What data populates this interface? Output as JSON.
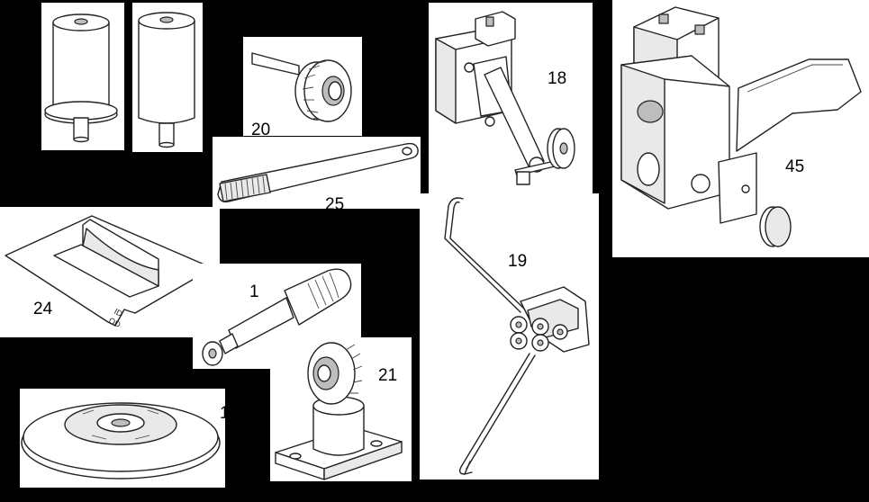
{
  "labels": {
    "part_20": "20",
    "part_25": "25",
    "part_18": "18",
    "part_45": "45",
    "part_19": "19",
    "part_24": "24",
    "part_1": "1",
    "part_21": "21",
    "part_1b": "1",
    "part_24_edge": "OD\nID"
  },
  "colors": {
    "background": "#000000",
    "panel": "#ffffff",
    "line": "#222222"
  },
  "icons": [
    "roller-spindle",
    "knurled-wheel",
    "wire-brush",
    "crank-handle",
    "bent-rod-bracket",
    "guide-plate",
    "grip-handle-tool",
    "pivot-roller-block",
    "plastic-disc",
    "slide-bracket-assembly"
  ]
}
